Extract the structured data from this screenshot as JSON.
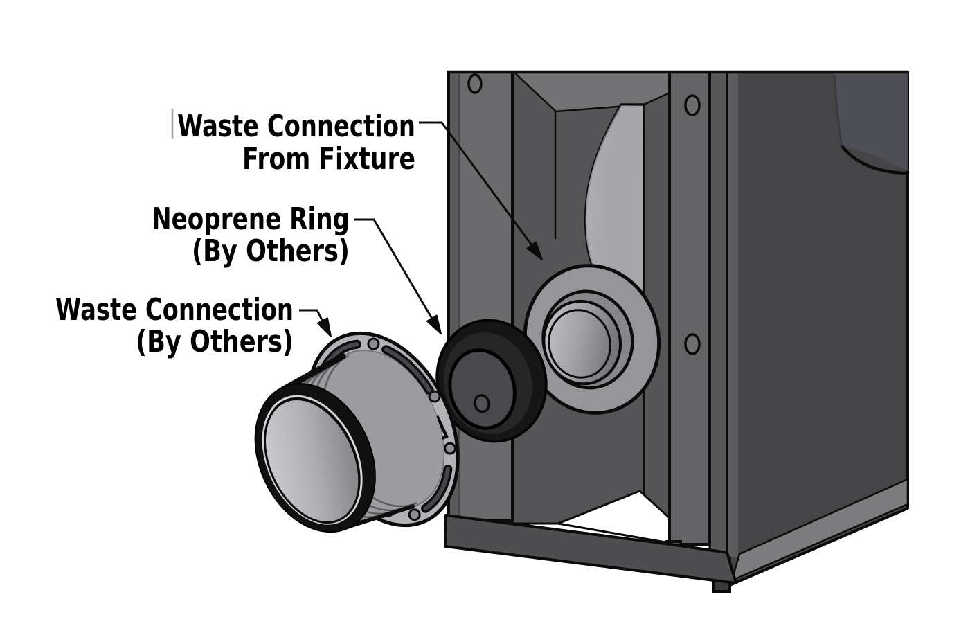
{
  "diagram": {
    "type": "exploded-assembly-diagram",
    "background": "#ffffff",
    "labels": {
      "from_fixture": {
        "line1": "Waste Connection",
        "line2": "From Fixture"
      },
      "neoprene_ring": {
        "line1": "Neoprene Ring",
        "line2": "(By Others)"
      },
      "by_others": {
        "line1": "Waste Connection",
        "line2": "(By Others)"
      }
    },
    "parts": [
      {
        "name": "carrier-frame"
      },
      {
        "name": "waste-connection-hub"
      },
      {
        "name": "neoprene-ring"
      },
      {
        "name": "waste-connection-flange"
      }
    ],
    "colors": {
      "outline": "#0b0b0b",
      "frame_upright": "#6b6b6e",
      "frame_panel": "#555557",
      "frame_side": "#454548",
      "floor_channel": "#7c7c7f",
      "fixture_pipe": "#a8a8ab",
      "hub_ring": "#96969a",
      "socket_light": "#cbcbcf",
      "neoprene": "#161616",
      "flange_ring": "#b3b3b7",
      "flange_barrel": "#9c9ca0",
      "bore_light": "#d2d2d6",
      "label_text": "#000000"
    }
  }
}
